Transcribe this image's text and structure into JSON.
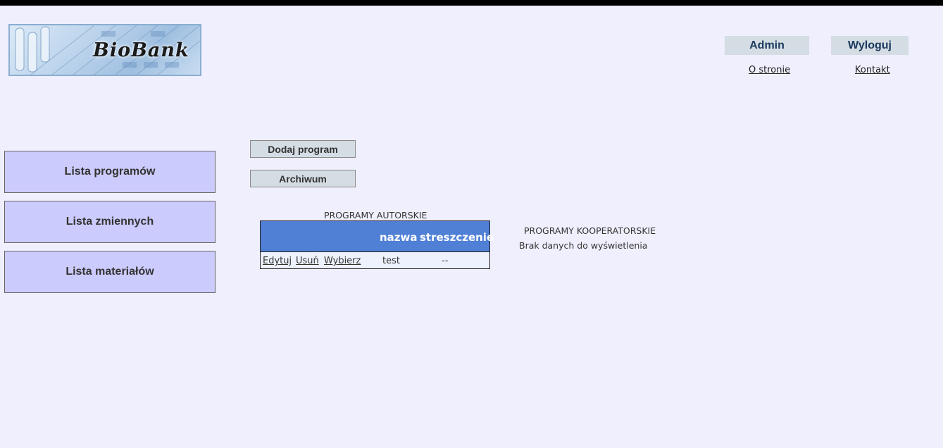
{
  "logo": {
    "text": "BioBank"
  },
  "header": {
    "admin_label": "Admin",
    "logout_label": "Wyloguj",
    "about_link": "O stronie",
    "contact_link": "Kontakt"
  },
  "menu": {
    "items": [
      {
        "label": "Lista programów"
      },
      {
        "label": "Lista zmiennych"
      },
      {
        "label": "Lista materiałów"
      }
    ]
  },
  "actions": {
    "add_program": "Dodaj program",
    "archive": "Archiwum"
  },
  "authored": {
    "title": "PROGRAMY AUTORSKIE",
    "columns": [
      "nazwa",
      "streszczenie"
    ],
    "rows": [
      {
        "edit": "Edytuj",
        "delete": "Usuń",
        "select": "Wybierz",
        "name": "test",
        "summary": "--"
      }
    ]
  },
  "cooperative": {
    "title": "PROGRAMY KOOPERATORSKIE",
    "empty_message": "Brak danych do wyświetlenia"
  }
}
